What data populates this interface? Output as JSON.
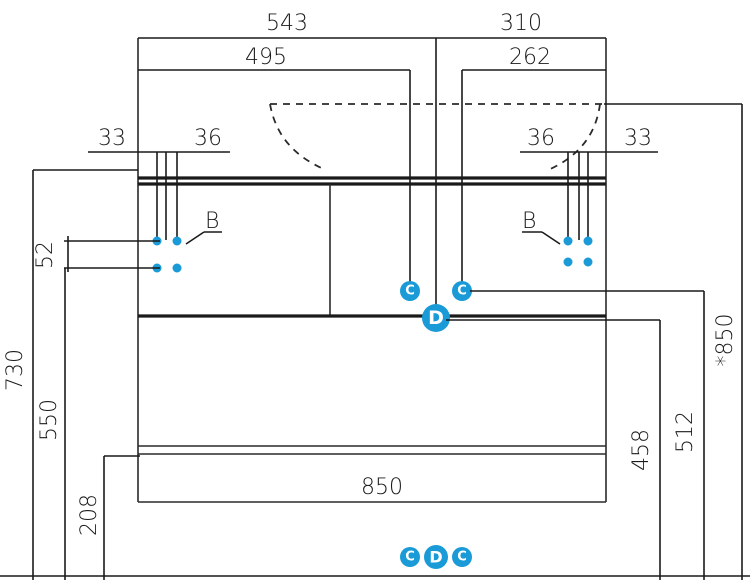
{
  "colors": {
    "accent": "#1a9bd7",
    "line": "#1a1a1a"
  },
  "dimensions": {
    "top_left_width": "543",
    "top_right_width": "310",
    "left_to_c": "495",
    "right_to_c": "262",
    "left_b_offset_a": "33",
    "left_b_offset_b": "36",
    "right_b_offset_a": "36",
    "right_b_offset_b": "33",
    "b_vertical_spacing": "52",
    "total_height": "730",
    "left_b_height": "550",
    "shelf_height": "208",
    "cabinet_width": "850",
    "d_height": "458",
    "c_height": "512",
    "max_height": "*850"
  },
  "labels": {
    "b_left": "B",
    "b_right": "B",
    "c_left": "C",
    "c_right": "C",
    "d_main": "D",
    "legend_c1": "C",
    "legend_d": "D",
    "legend_c2": "C"
  }
}
